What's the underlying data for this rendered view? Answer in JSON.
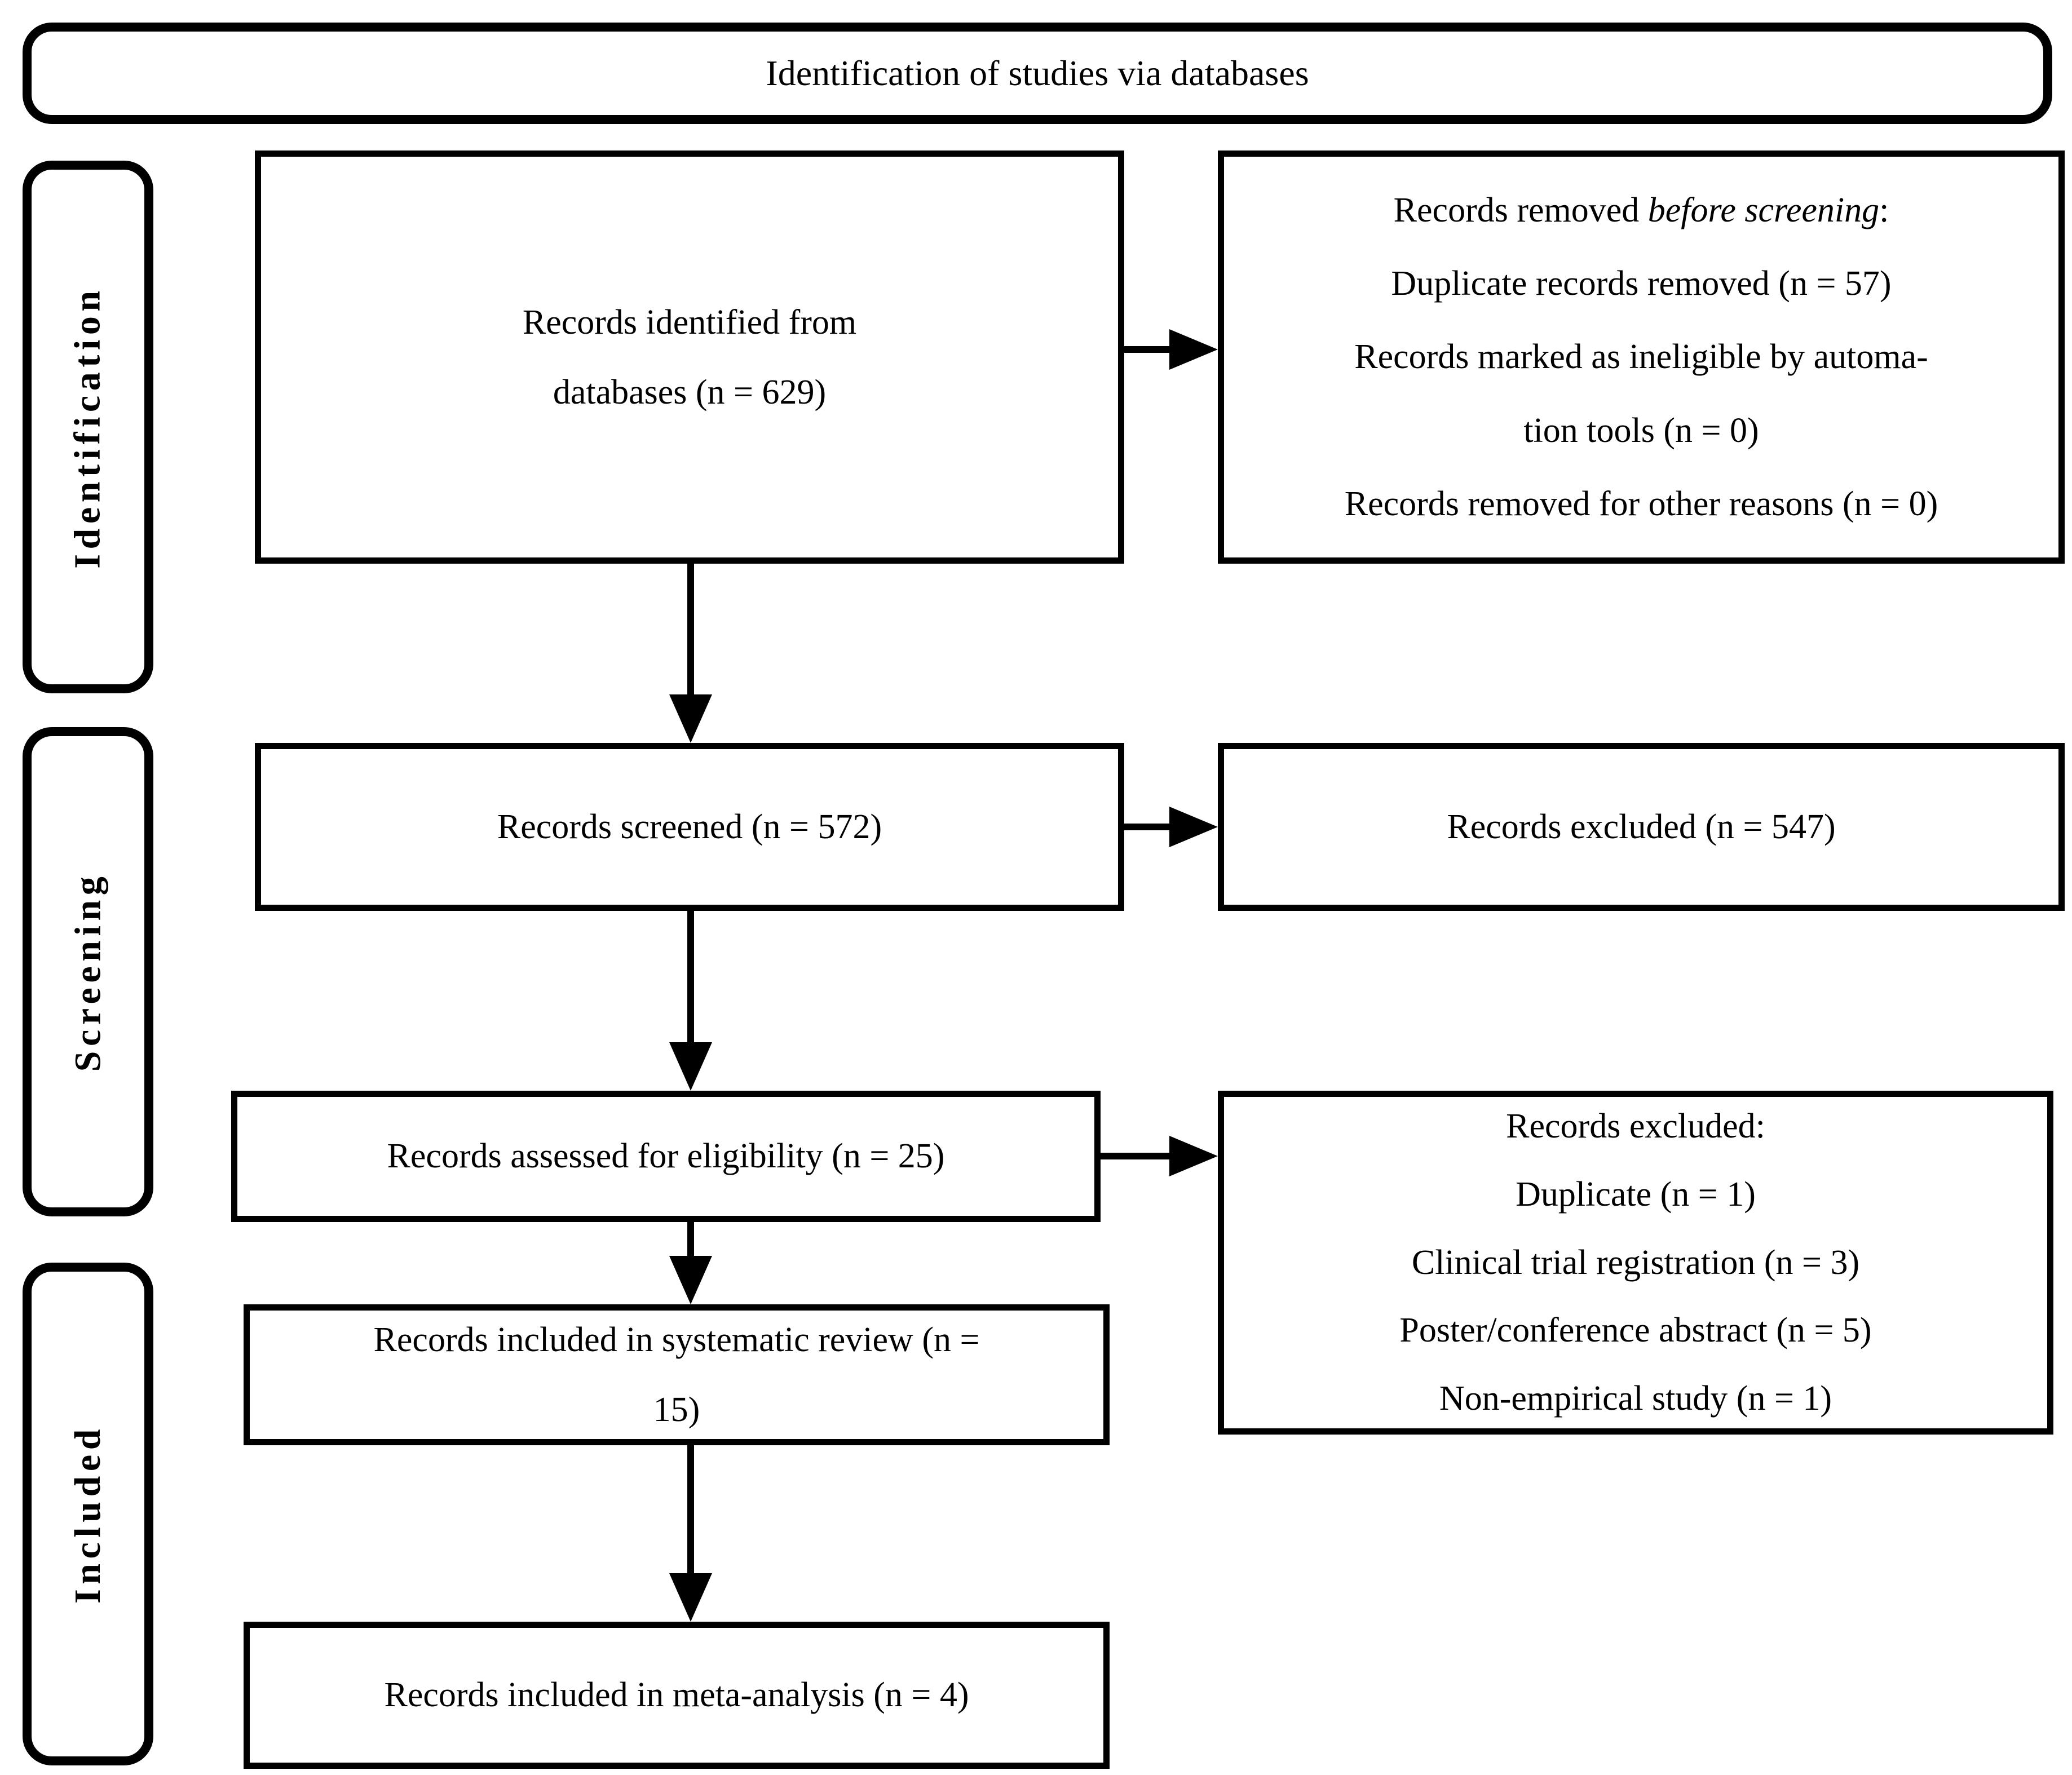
{
  "banner": {
    "title": "Identification of studies via databases"
  },
  "side_labels": {
    "identification": "Identification",
    "screening": "Screening",
    "included": "Included"
  },
  "boxes": {
    "identified": {
      "line1": "Records identified from",
      "line2": "databases (n = 629)"
    },
    "removed_before_screening": {
      "line1_prefix": "Records removed ",
      "line1_italic": "before screening",
      "line1_suffix": ":",
      "line2": "Duplicate records removed (n = 57)",
      "line3": "Records marked as ineligible by automa-",
      "line4": "tion tools (n = 0)",
      "line5": "Records removed for other reasons (n = 0)"
    },
    "screened": {
      "line1": "Records screened (n = 572)"
    },
    "excluded_screening": {
      "line1": "Records excluded (n = 547)"
    },
    "assessed": {
      "line1": "Records assessed for eligibility (n = 25)"
    },
    "excluded_eligibility": {
      "line1": "Records excluded:",
      "line2": "Duplicate (n = 1)",
      "line3": "Clinical trial registration (n = 3)",
      "line4": "Poster/conference abstract (n = 5)",
      "line5": "Non-empirical study (n = 1)"
    },
    "included_review": {
      "line1": "Records included in systematic review (n =",
      "line2": "15)"
    },
    "included_meta": {
      "line1": "Records included in meta-analysis (n = 4)"
    }
  },
  "colors": {
    "line": "#000000",
    "background": "#ffffff"
  }
}
